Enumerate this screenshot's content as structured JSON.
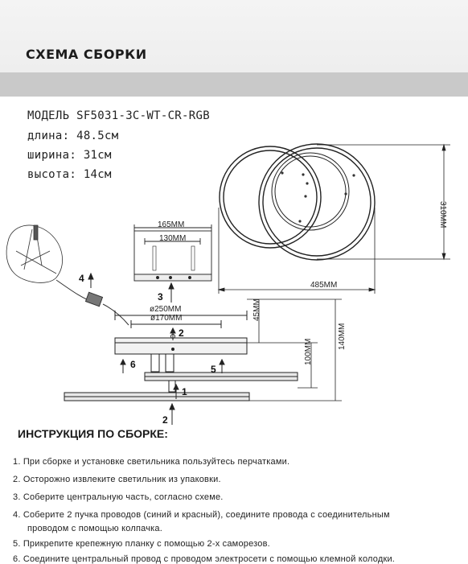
{
  "header": {
    "title": "СХЕМА СБОРКИ"
  },
  "specs": {
    "model": "МОДЕЛЬ SF5031-3C-WT-CR-RGB",
    "length": "длина: 48.5см",
    "width": "ширина: 31см",
    "height": "высота: 14см"
  },
  "dimensions": {
    "total_length": "485MM",
    "total_height": "310MM",
    "plate_width": "165MM",
    "screw_spacing": "130MM",
    "outer_diameter": "ø250MM",
    "inner_diameter": "ø170MM",
    "base_height": "45MM",
    "body_height": "100MM",
    "full_height": "140MM"
  },
  "callouts": {
    "c1": "1",
    "c2": "2",
    "c3": "3",
    "c4": "4",
    "c5": "5",
    "c6": "6"
  },
  "instructions": {
    "title": "ИНСТРУКЦИЯ ПО СБОРКЕ:",
    "steps": [
      "1. При сборке и установке светильника пользуйтесь перчатками.",
      "2. Осторожно извлеките светильник из упаковки.",
      "3. Соберите центральную часть, согласно схеме.",
      "4. Соберите 2 пучка проводов (синий и красный), соедините провода с соединительным",
      "5. Прикрепите крепежную планку с помощью 2-х саморезов.",
      "6. Соедините центральный провод с проводом электросети с помощью клемной колодки."
    ],
    "step4_cont": "проводом с помощью колпачка."
  },
  "colors": {
    "header_bg": "#eeeeee",
    "header_band": "#c9c9c9",
    "line": "#222222"
  }
}
